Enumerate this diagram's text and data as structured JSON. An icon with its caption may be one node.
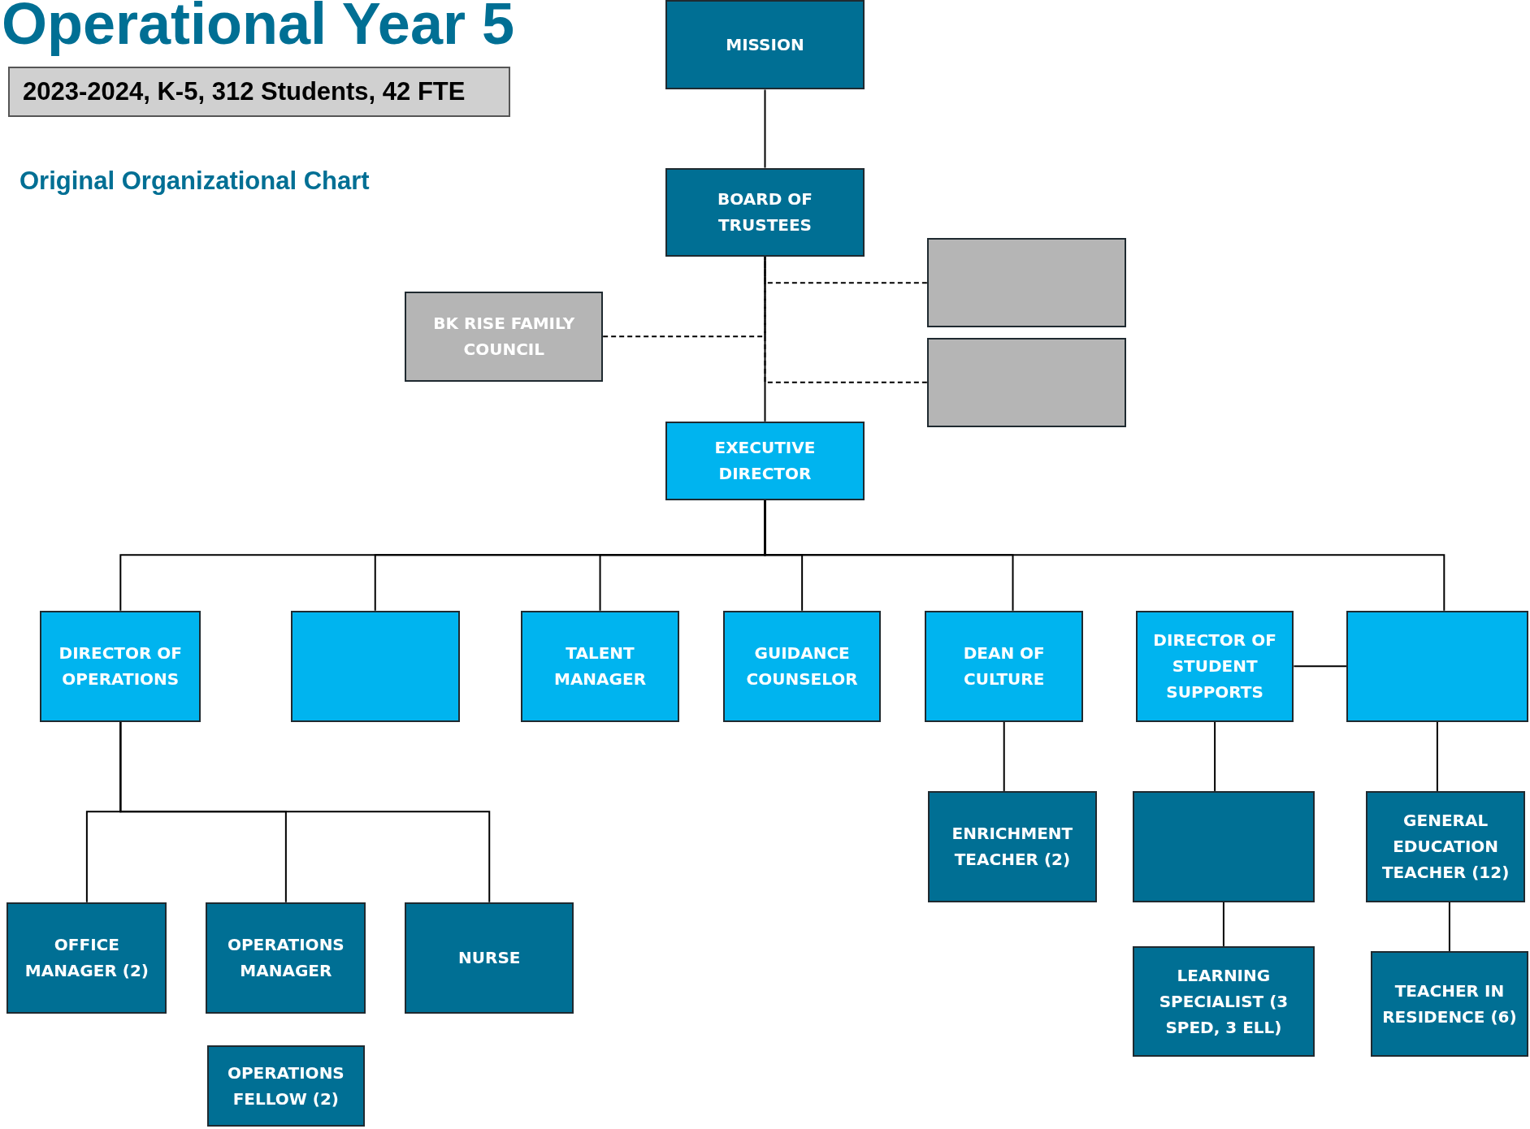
{
  "diagram": {
    "title": "Operational Year 5",
    "nodes": [
      {
        "text": [
          "MISSION"
        ]
      },
      {
        "text": [
          "BOARD OF TRUSTEES"
        ]
      },
      {
        "text": [],
        "shape": "box"
      },
      {
        "text": [
          "BK RISE FAMILY COUNCIL"
        ]
      },
      {
        "text": [],
        "shape": "box"
      },
      {
        "text": [
          "EXECUTIVE DIRECTOR"
        ]
      },
      {
        "text": [
          "DIRECTOR OF OPERATIONS"
        ]
      },
      {
        "text": [],
        "shape": "box"
      },
      {
        "text": [
          "TALENT MANAGER"
        ]
      },
      {
        "text": [
          "GUIDANCE COUNSELOR"
        ]
      },
      {
        "text": [
          "DEAN OF CULTURE"
        ]
      },
      {
        "text": [
          "DIRECTOR OF STUDENT SUPPORTS"
        ]
      },
      {
        "text": [],
        "shape": "box"
      },
      {
        "text": [
          "ENRICHMENT TEACHER (2)"
        ]
      },
      {
        "text": [],
        "shape": "box"
      },
      {
        "text": [
          "GENERAL EDUCATION TEACHER (12)"
        ]
      },
      {
        "text": [
          "OFFICE MANAGER (2)"
        ]
      },
      {
        "text": [
          "OPERATIONS MANAGER"
        ]
      },
      {
        "text": [
          "NURSE"
        ]
      },
      {
        "text": [
          "LEARNING SPECIALIST (3 SPED, 3 ELL)"
        ]
      },
      {
        "text": [
          "TEACHER IN RESIDENCE (6)"
        ]
      },
      {
        "text": [
          "OPERATIONS FELLOW (2)"
        ]
      }
    ],
    "edges": [
      {
        "from": 0,
        "to": 1,
        "arrow": "none"
      },
      {
        "from": 1,
        "to": 5,
        "arrow": "none"
      },
      {
        "from": 1,
        "to": 2,
        "arrow": "none",
        "style": "dashed"
      },
      {
        "from": 1,
        "to": 3,
        "arrow": "none",
        "style": "dashed"
      },
      {
        "from": 1,
        "to": 4,
        "arrow": "none",
        "style": "dashed"
      },
      {
        "from": 5,
        "to": 6,
        "arrow": "none"
      },
      {
        "from": 5,
        "to": 7,
        "arrow": "none"
      },
      {
        "from": 5,
        "to": 8,
        "arrow": "none"
      },
      {
        "from": 5,
        "to": 9,
        "arrow": "none"
      },
      {
        "from": 5,
        "to": 10,
        "arrow": "none"
      },
      {
        "from": 5,
        "to": 12,
        "arrow": "none"
      },
      {
        "from": 11,
        "to": 12,
        "arrow": "none"
      },
      {
        "from": 6,
        "to": 16,
        "arrow": "none"
      },
      {
        "from": 6,
        "to": 17,
        "arrow": "none"
      },
      {
        "from": 6,
        "to": 18,
        "arrow": "none"
      },
      {
        "from": 10,
        "to": 13,
        "arrow": "none"
      },
      {
        "from": 11,
        "to": 14,
        "arrow": "none"
      },
      {
        "from": 14,
        "to": 19,
        "arrow": "none"
      },
      {
        "from": 12,
        "to": 15,
        "arrow": "none"
      },
      {
        "from": 15,
        "to": 20,
        "arrow": "none"
      }
    ],
    "labels": [
      "2023-2024, K-5, 312  Students, 42 FTE",
      "Original Organizational Chart"
    ]
  }
}
